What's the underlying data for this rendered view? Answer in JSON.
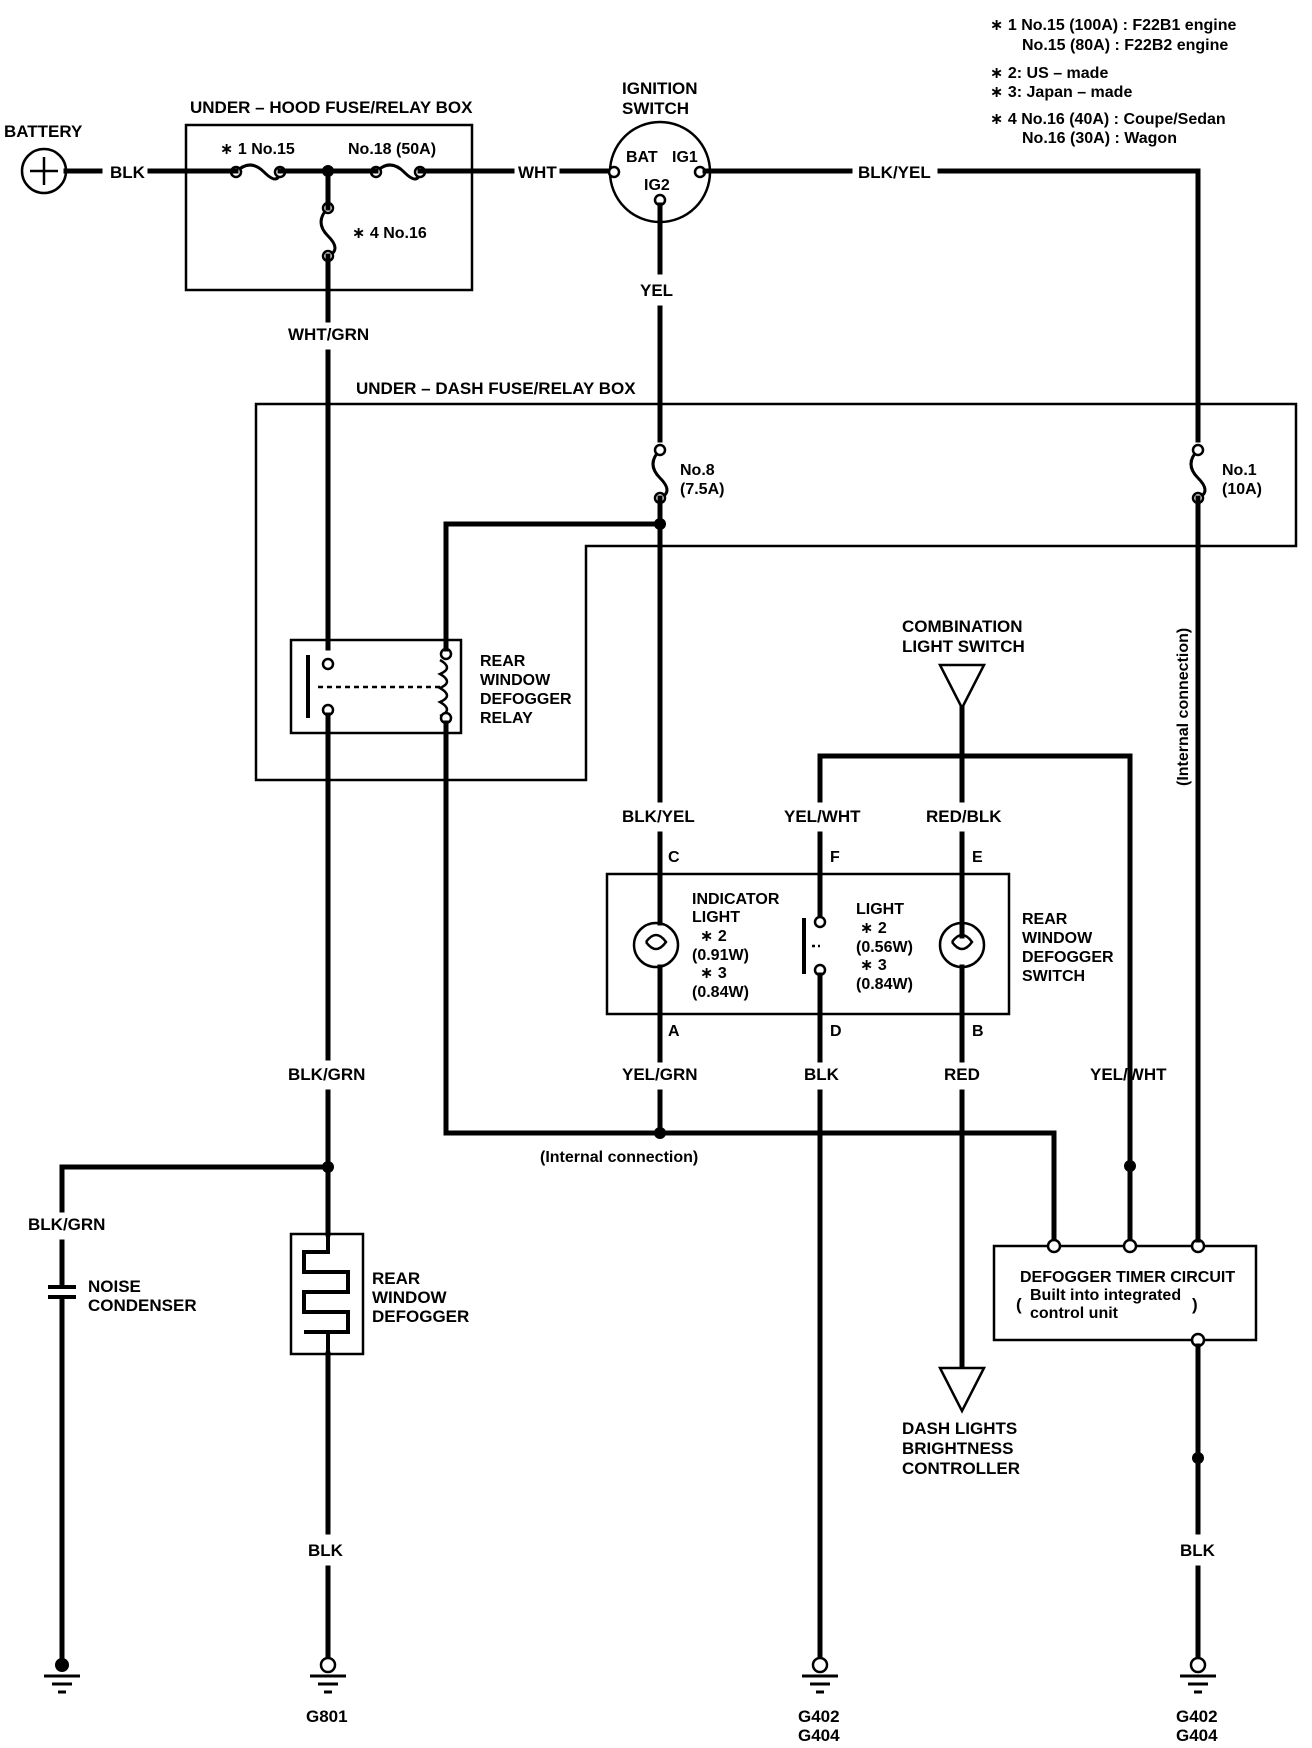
{
  "notes": {
    "n1a": "∗ 1  No.15 (100A) : F22B1 engine",
    "n1b": "No.15 (80A)   : F22B2 engine",
    "n2": "∗ 2: US – made",
    "n3": "∗ 3: Japan – made",
    "n4a": "∗ 4  No.16 (40A) : Coupe/Sedan",
    "n4b": "No.16 (30A) : Wagon"
  },
  "battery": {
    "label": "BATTERY",
    "wire": "BLK"
  },
  "under_hood_box": {
    "title": "UNDER – HOOD FUSE/RELAY BOX",
    "fuse15": "∗ 1 No.15",
    "fuse18": "No.18 (50A)",
    "fuse16": "∗ 4 No.16",
    "out_wire": "WHT/GRN"
  },
  "ignition": {
    "title1": "IGNITION",
    "title2": "SWITCH",
    "bat": "BAT",
    "ig1": "IG1",
    "ig2": "IG2",
    "in_wire": "WHT",
    "out_wire": "BLK/YEL",
    "ig2_wire": "YEL"
  },
  "under_dash_box": {
    "title": "UNDER – DASH FUSE/RELAY BOX",
    "fuse8_a": "No.8",
    "fuse8_b": "(7.5A)",
    "fuse1_a": "No.1",
    "fuse1_b": "(10A)"
  },
  "relay": {
    "l1": "REAR",
    "l2": "WINDOW",
    "l3": "DEFOGGER",
    "l4": "RELAY"
  },
  "combo_switch": {
    "l1": "COMBINATION",
    "l2": "LIGHT SWITCH"
  },
  "internal_connection_v": "(Internal connection)",
  "internal_connection_h": "(Internal connection)",
  "defog_switch": {
    "wire_c": "BLK/YEL",
    "wire_f": "YEL/WHT",
    "wire_e": "RED/BLK",
    "pin_c": "C",
    "pin_f": "F",
    "pin_e": "E",
    "pin_a": "A",
    "pin_d": "D",
    "pin_b": "B",
    "ind1": "INDICATOR",
    "ind2": "LIGHT",
    "ind3": "∗ 2",
    "ind4": "(0.91W)",
    "ind5": "∗ 3",
    "ind6": "(0.84W)",
    "lt1": "LIGHT",
    "lt2": "∗ 2",
    "lt3": "(0.56W)",
    "lt4": "∗ 3",
    "lt5": "(0.84W)",
    "name1": "REAR",
    "name2": "WINDOW",
    "name3": "DEFOGGER",
    "name4": "SWITCH",
    "wire_a": "YEL/GRN",
    "wire_d": "BLK",
    "wire_b": "RED"
  },
  "relay_out_wire": "BLK/GRN",
  "timer_in_wire": "YEL/WHT",
  "condenser": {
    "wire": "BLK/GRN",
    "l1": "NOISE",
    "l2": "CONDENSER"
  },
  "defogger": {
    "l1": "REAR",
    "l2": "WINDOW",
    "l3": "DEFOGGER"
  },
  "timer": {
    "l1": "DEFOGGER TIMER CIRCUIT",
    "l2": "Built into integrated",
    "l3": "control unit"
  },
  "dash_lights": {
    "l1": "DASH LIGHTS",
    "l2": "BRIGHTNESS",
    "l3": "CONTROLLER"
  },
  "grounds": {
    "defogger_wire": "BLK",
    "g801": "G801",
    "switch_g1": "G402",
    "switch_g2": "G404",
    "timer_wire": "BLK",
    "timer_g1": "G402",
    "timer_g2": "G404"
  }
}
